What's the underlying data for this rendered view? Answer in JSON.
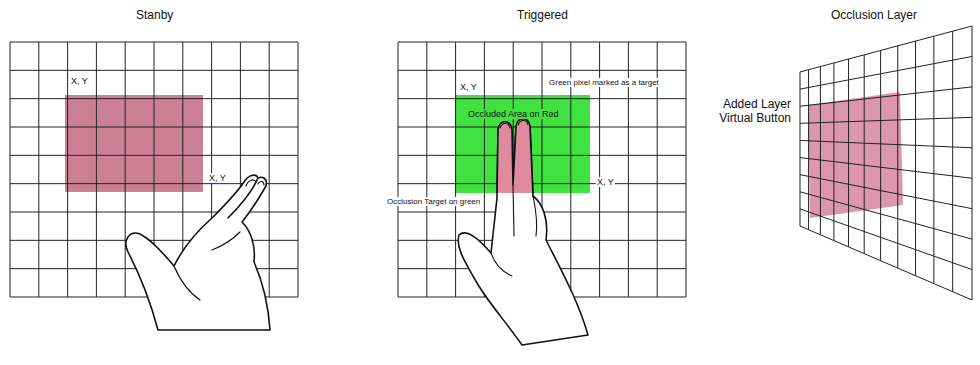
{
  "diagram": {
    "nodes": [
      {
        "text": [
          "X, Y",
          "X, Y"
        ]
      },
      {
        "text": [
          "X, Y",
          "Occluded Area on Red",
          "X, Y"
        ]
      },
      {
        "text": [
          "Added Layer Virtual Button"
        ]
      }
    ],
    "labels": [
      "Stanby",
      "Triggered",
      "Occlusion Layer",
      "Green pixel marked as a target",
      "Occlusion Target on green"
    ]
  }
}
